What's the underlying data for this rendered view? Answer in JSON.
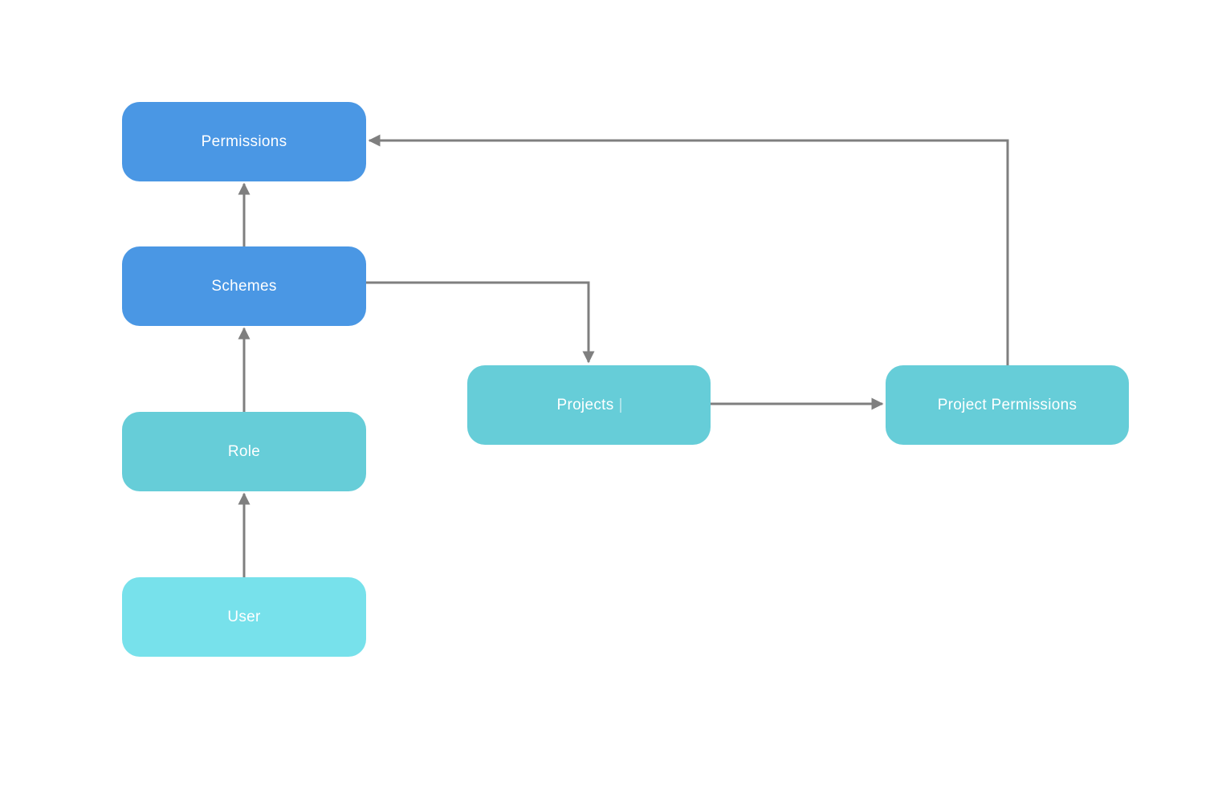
{
  "diagram": {
    "background": "#ffffff",
    "arrow_color": "#7f7f7f",
    "nodes": [
      {
        "id": "permissions",
        "label": "Permissions",
        "color": "#4a97e4",
        "text_color": "#ffffff"
      },
      {
        "id": "schemes",
        "label": "Schemes",
        "color": "#4a97e4",
        "text_color": "#ffffff"
      },
      {
        "id": "role",
        "label": "Role",
        "color": "#66cdd8",
        "text_color": "#ffffff"
      },
      {
        "id": "user",
        "label": "User",
        "color": "#77e1eb",
        "text_color": "#ffffff"
      },
      {
        "id": "projects",
        "label": "Projects",
        "color": "#66cdd8",
        "text_color": "#ffffff"
      },
      {
        "id": "project_permissions",
        "label": "Project Permissions",
        "color": "#66cdd8",
        "text_color": "#ffffff"
      }
    ],
    "edges": [
      {
        "from": "user",
        "to": "role"
      },
      {
        "from": "role",
        "to": "schemes"
      },
      {
        "from": "schemes",
        "to": "permissions"
      },
      {
        "from": "schemes",
        "to": "projects"
      },
      {
        "from": "projects",
        "to": "project_permissions"
      },
      {
        "from": "project_permissions",
        "to": "permissions"
      }
    ]
  }
}
